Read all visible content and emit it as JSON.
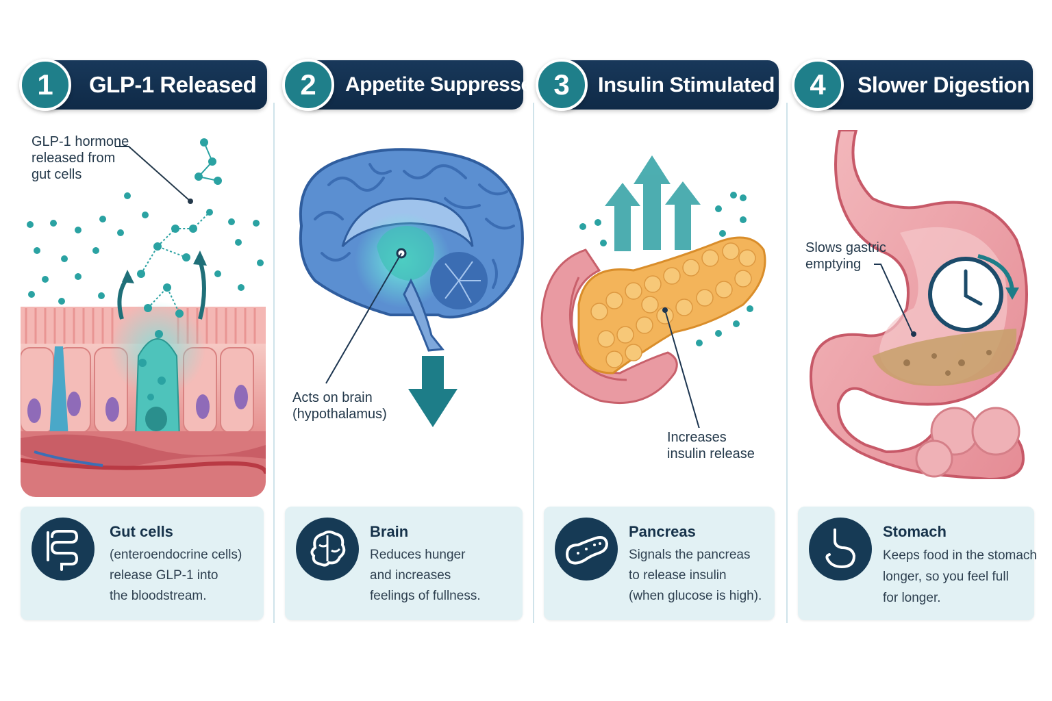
{
  "colors": {
    "header_bg": "#0f2a47",
    "badge_teal": "#1f7f8a",
    "card_bg": "#e2f1f4",
    "arrow_teal": "#1d7d88"
  },
  "panels": [
    {
      "step": "1",
      "title": "GLP-1 Released",
      "callout": [
        "GLP-1 hormone",
        "released from",
        "gut cells"
      ],
      "card": {
        "icon": "intestine-icon",
        "title": "Gut cells",
        "body": [
          "(enteroendocrine cells)",
          "release GLP-1 into",
          "the bloodstream."
        ]
      }
    },
    {
      "step": "2",
      "title": "Appetite Suppressed",
      "callout": [
        "Acts on brain",
        "(hypothalamus)"
      ],
      "card": {
        "icon": "brain-icon",
        "title": "Brain",
        "body": [
          "Reduces hunger",
          "and increases",
          "feelings of fullness."
        ]
      }
    },
    {
      "step": "3",
      "title": "Insulin Stimulated",
      "callout": [
        "Increases",
        "insulin release"
      ],
      "card": {
        "icon": "pancreas-icon",
        "title": "Pancreas",
        "body": [
          "Signals the pancreas",
          "to release insulin",
          "(when glucose is high)."
        ]
      }
    },
    {
      "step": "4",
      "title": "Slower Digestion",
      "callout": [
        "Slows gastric",
        "emptying"
      ],
      "card": {
        "icon": "stomach-icon",
        "title": "Stomach",
        "body": [
          "Keeps food in the stomach",
          "longer, so you feel full",
          "for longer."
        ]
      }
    }
  ]
}
